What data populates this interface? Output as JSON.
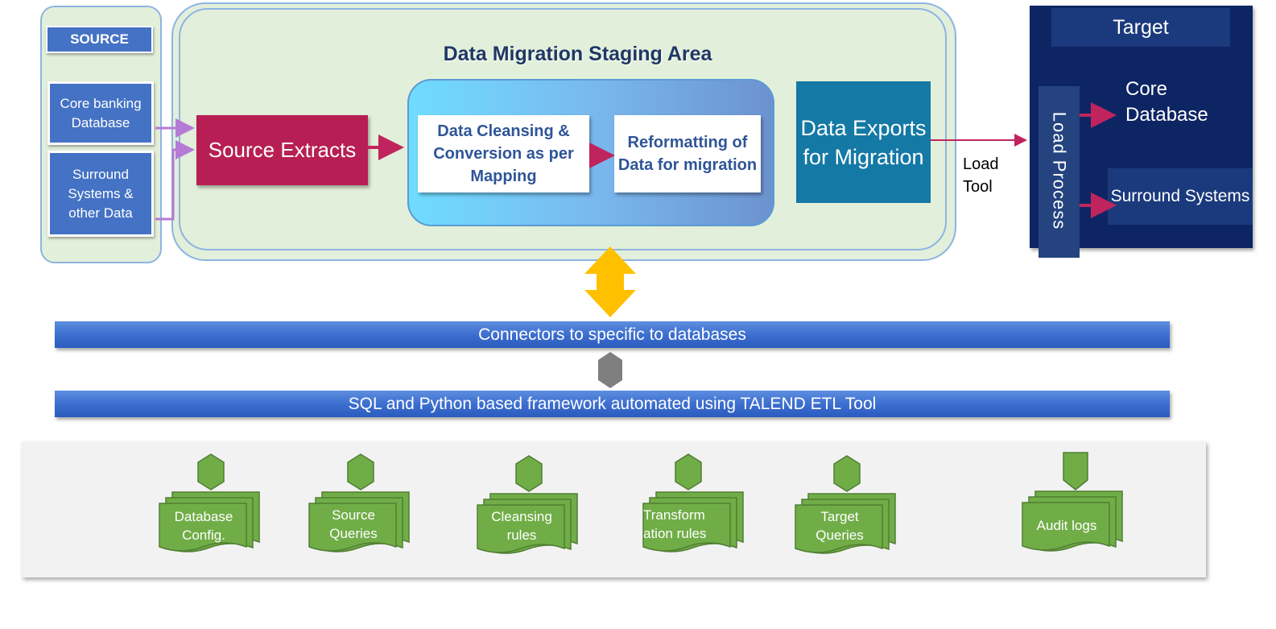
{
  "source": {
    "title": "SOURCE",
    "items": [
      "Core banking Database",
      "Surround Systems & other Data"
    ]
  },
  "staging": {
    "title": "Data Migration Staging Area",
    "source_extracts": "Source Extracts",
    "cleansing": "Data Cleansing & Conversion as per Mapping",
    "reformatting": "Reformatting of Data for migration",
    "exports": "Data Exports for Migration"
  },
  "load_tool": "Load Tool",
  "target": {
    "title": "Target",
    "load_process": "Load Process",
    "core_database": "Core Database",
    "surround_systems": "Surround Systems"
  },
  "bars": {
    "connectors": "Connectors to specific to databases",
    "framework": "SQL and Python based framework automated using TALEND ETL Tool"
  },
  "documents": [
    {
      "label": "Database Config."
    },
    {
      "label": "Source Queries"
    },
    {
      "label": "Cleansing rules"
    },
    {
      "label": "Transform ation rules"
    },
    {
      "label": "Target Queries"
    },
    {
      "label": "Audit logs"
    }
  ],
  "colors": {
    "source_blue": "#4472c4",
    "staging_green": "#e2efda",
    "source_extracts": "#b71f54",
    "exports_teal": "#1479a5",
    "target_navy": "#0e2564",
    "arrow_magenta": "#c0245e",
    "arrow_purple": "#b57ad6",
    "double_arrow": "#ffc000",
    "doc_green": "#70ad47"
  }
}
